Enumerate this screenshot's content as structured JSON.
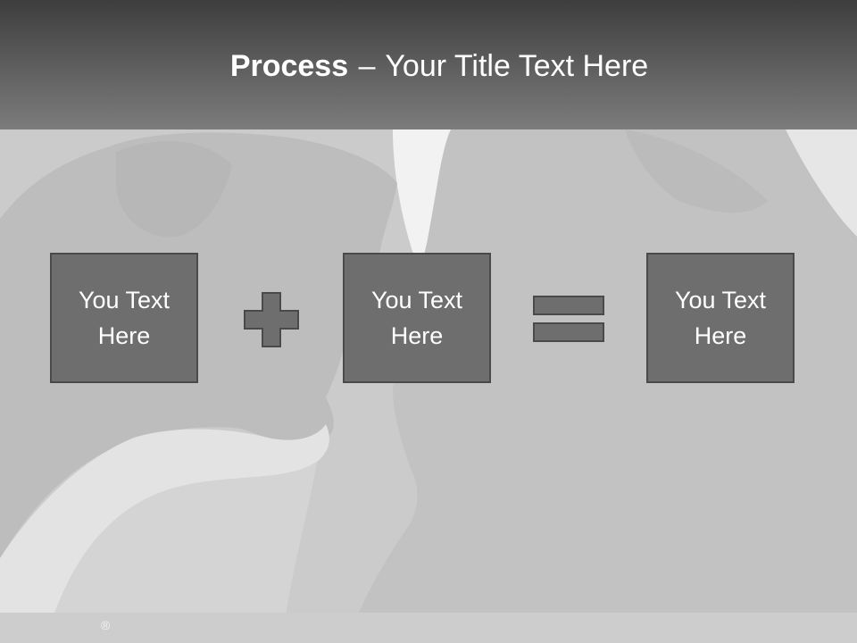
{
  "slide": {
    "title_bold": "Process",
    "title_separator": "–",
    "title_rest": "Your Title Text Here"
  },
  "process": {
    "boxes": [
      {
        "label": "You Text Here"
      },
      {
        "label": "You Text Here"
      },
      {
        "label": "You Text Here"
      }
    ],
    "operators": [
      "plus-icon",
      "equals-icon"
    ]
  },
  "footer": {
    "registered_mark": "®"
  },
  "colors": {
    "header_dark": "#3d3d3d",
    "header_light": "#7c7c7c",
    "box_fill": "#6e6e6e",
    "box_border": "#4a4a4a",
    "background": "#c9c9c9"
  }
}
